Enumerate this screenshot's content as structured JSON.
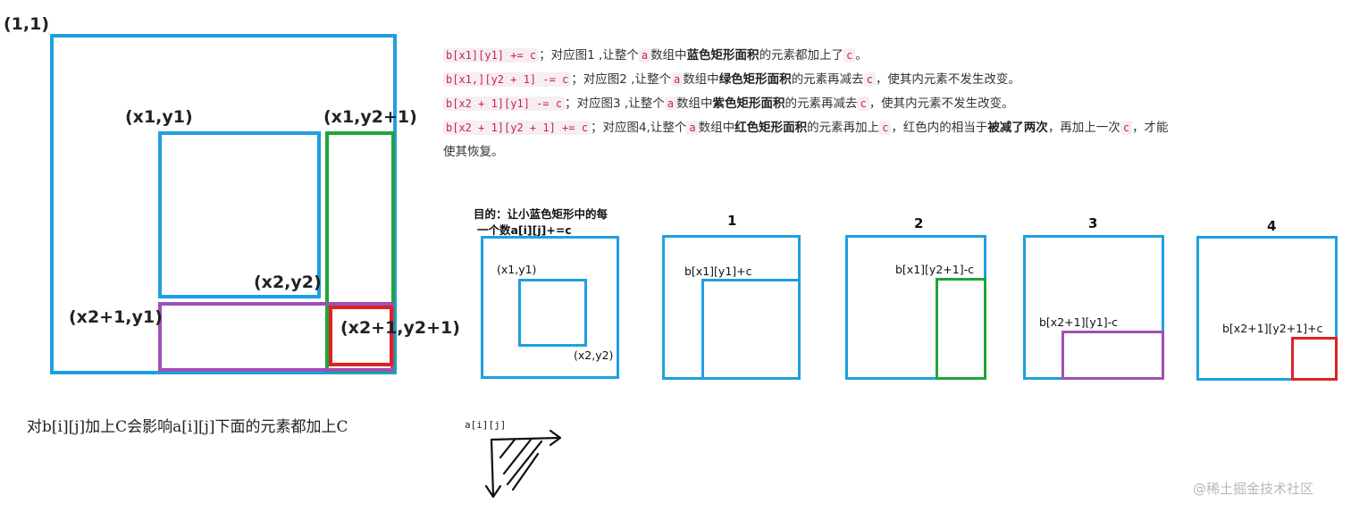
{
  "big_diagram": {
    "corner": "(1,1)",
    "x1y1": "(x1,y1)",
    "x1y2p1": "(x1,y2+1)",
    "x2y2": "(x2,y2)",
    "x2p1y1": "(x2+1,y1)",
    "x2p1y2p1": "(x2+1,y2+1)"
  },
  "explanation": {
    "line1": {
      "code": "b[x1][y1] += c",
      "t1": "；对应图1 ,让整个",
      "a": "a",
      "t2": "数组中",
      "bold": "蓝色矩形面积",
      "t3": "的元素都加上了",
      "c": "c",
      "t4": "。"
    },
    "line2": {
      "code": "b[x1,][y2 + 1] -= c",
      "t1": "；对应图2 ,让整个",
      "a": "a",
      "t2": "数组中",
      "bold": "绿色矩形面积",
      "t3": "的元素再减去",
      "c": "c",
      "t4": "，使其内元素不发生改变。"
    },
    "line3": {
      "code": "b[x2 + 1][y1] -= c",
      "t1": "；对应图3 ,让整个",
      "a": "a",
      "t2": "数组中",
      "bold": "紫色矩形面积",
      "t3": "的元素再减去",
      "c": "c",
      "t4": "，使其内元素不发生改变。"
    },
    "line4": {
      "code": "b[x2 + 1][y2 + 1] += c",
      "t1": "；对应图4,让整个",
      "a": "a",
      "t2": "数组中",
      "bold": "红色矩形面积",
      "t3": "的元素再加上",
      "c": "c",
      "t4": "，红色内的相当于",
      "bold2": "被减了两次",
      "t5": "，再加上一次",
      "c2": "c",
      "t6": "，才能"
    },
    "line5": "使其恢复。"
  },
  "small_diagrams": {
    "goal_line1": "目的：让小蓝色矩形中的每",
    "goal_line2": "一个数a[i][j]+=c",
    "goal_x1y1": "(x1,y1)",
    "goal_x2y2": "(x2,y2)",
    "num1": "1",
    "num2": "2",
    "num3": "3",
    "num4": "4",
    "label1": "b[x1][y1]+c",
    "label2": "b[x1][y2+1]-c",
    "label3": "b[x2+1][y1]-c",
    "label4": "b[x2+1][y2+1]+c"
  },
  "bottom": {
    "note": "对b[i][j]加上C会影响a[i][j]下面的元素都加上C",
    "aij": "a[i][j]"
  },
  "watermark": "@稀土掘金技术社区",
  "colors": {
    "blue": "#1ea0e0",
    "green": "#22a33c",
    "purple": "#a050b4",
    "red": "#dd2222",
    "code_text": "#c7254e"
  }
}
